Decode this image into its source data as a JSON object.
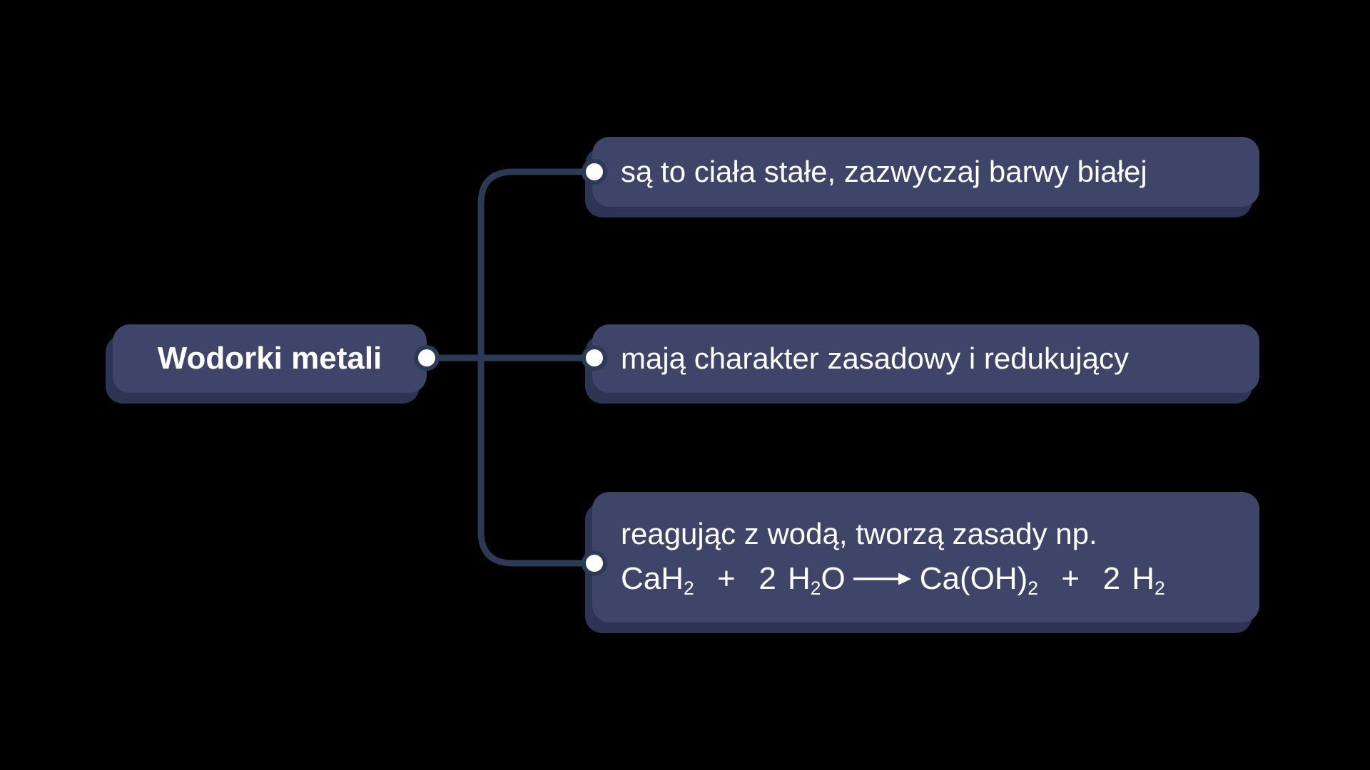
{
  "colors": {
    "background": "#000000",
    "node_fill": "#3e4568",
    "node_shadow": "#2d3454",
    "connector": "#2b3a55",
    "text_color": "#ffffff",
    "dot_fill": "#ffffff"
  },
  "root": {
    "label": "Wodorki metali"
  },
  "children": [
    {
      "text": "są to ciała stałe, zazwyczaj barwy białej"
    },
    {
      "text": "mają charakter zasadowy i redukujący"
    },
    {
      "line1": "reagując z wodą, tworzą zasady np.",
      "equation": {
        "plain": "CaH₂  +  2 H₂O ⟶ Ca(OH)₂  +  2 H₂",
        "tokens": [
          {
            "t": "text",
            "v": "CaH"
          },
          {
            "t": "sub",
            "v": "2"
          },
          {
            "t": "text",
            "v": "  +  2 H"
          },
          {
            "t": "sub",
            "v": "2"
          },
          {
            "t": "text",
            "v": "O"
          },
          {
            "t": "arrow",
            "v": "⟶"
          },
          {
            "t": "text",
            "v": "Ca(OH)"
          },
          {
            "t": "sub",
            "v": "2"
          },
          {
            "t": "text",
            "v": "  +  2 H"
          },
          {
            "t": "sub",
            "v": "2"
          }
        ]
      }
    }
  ]
}
